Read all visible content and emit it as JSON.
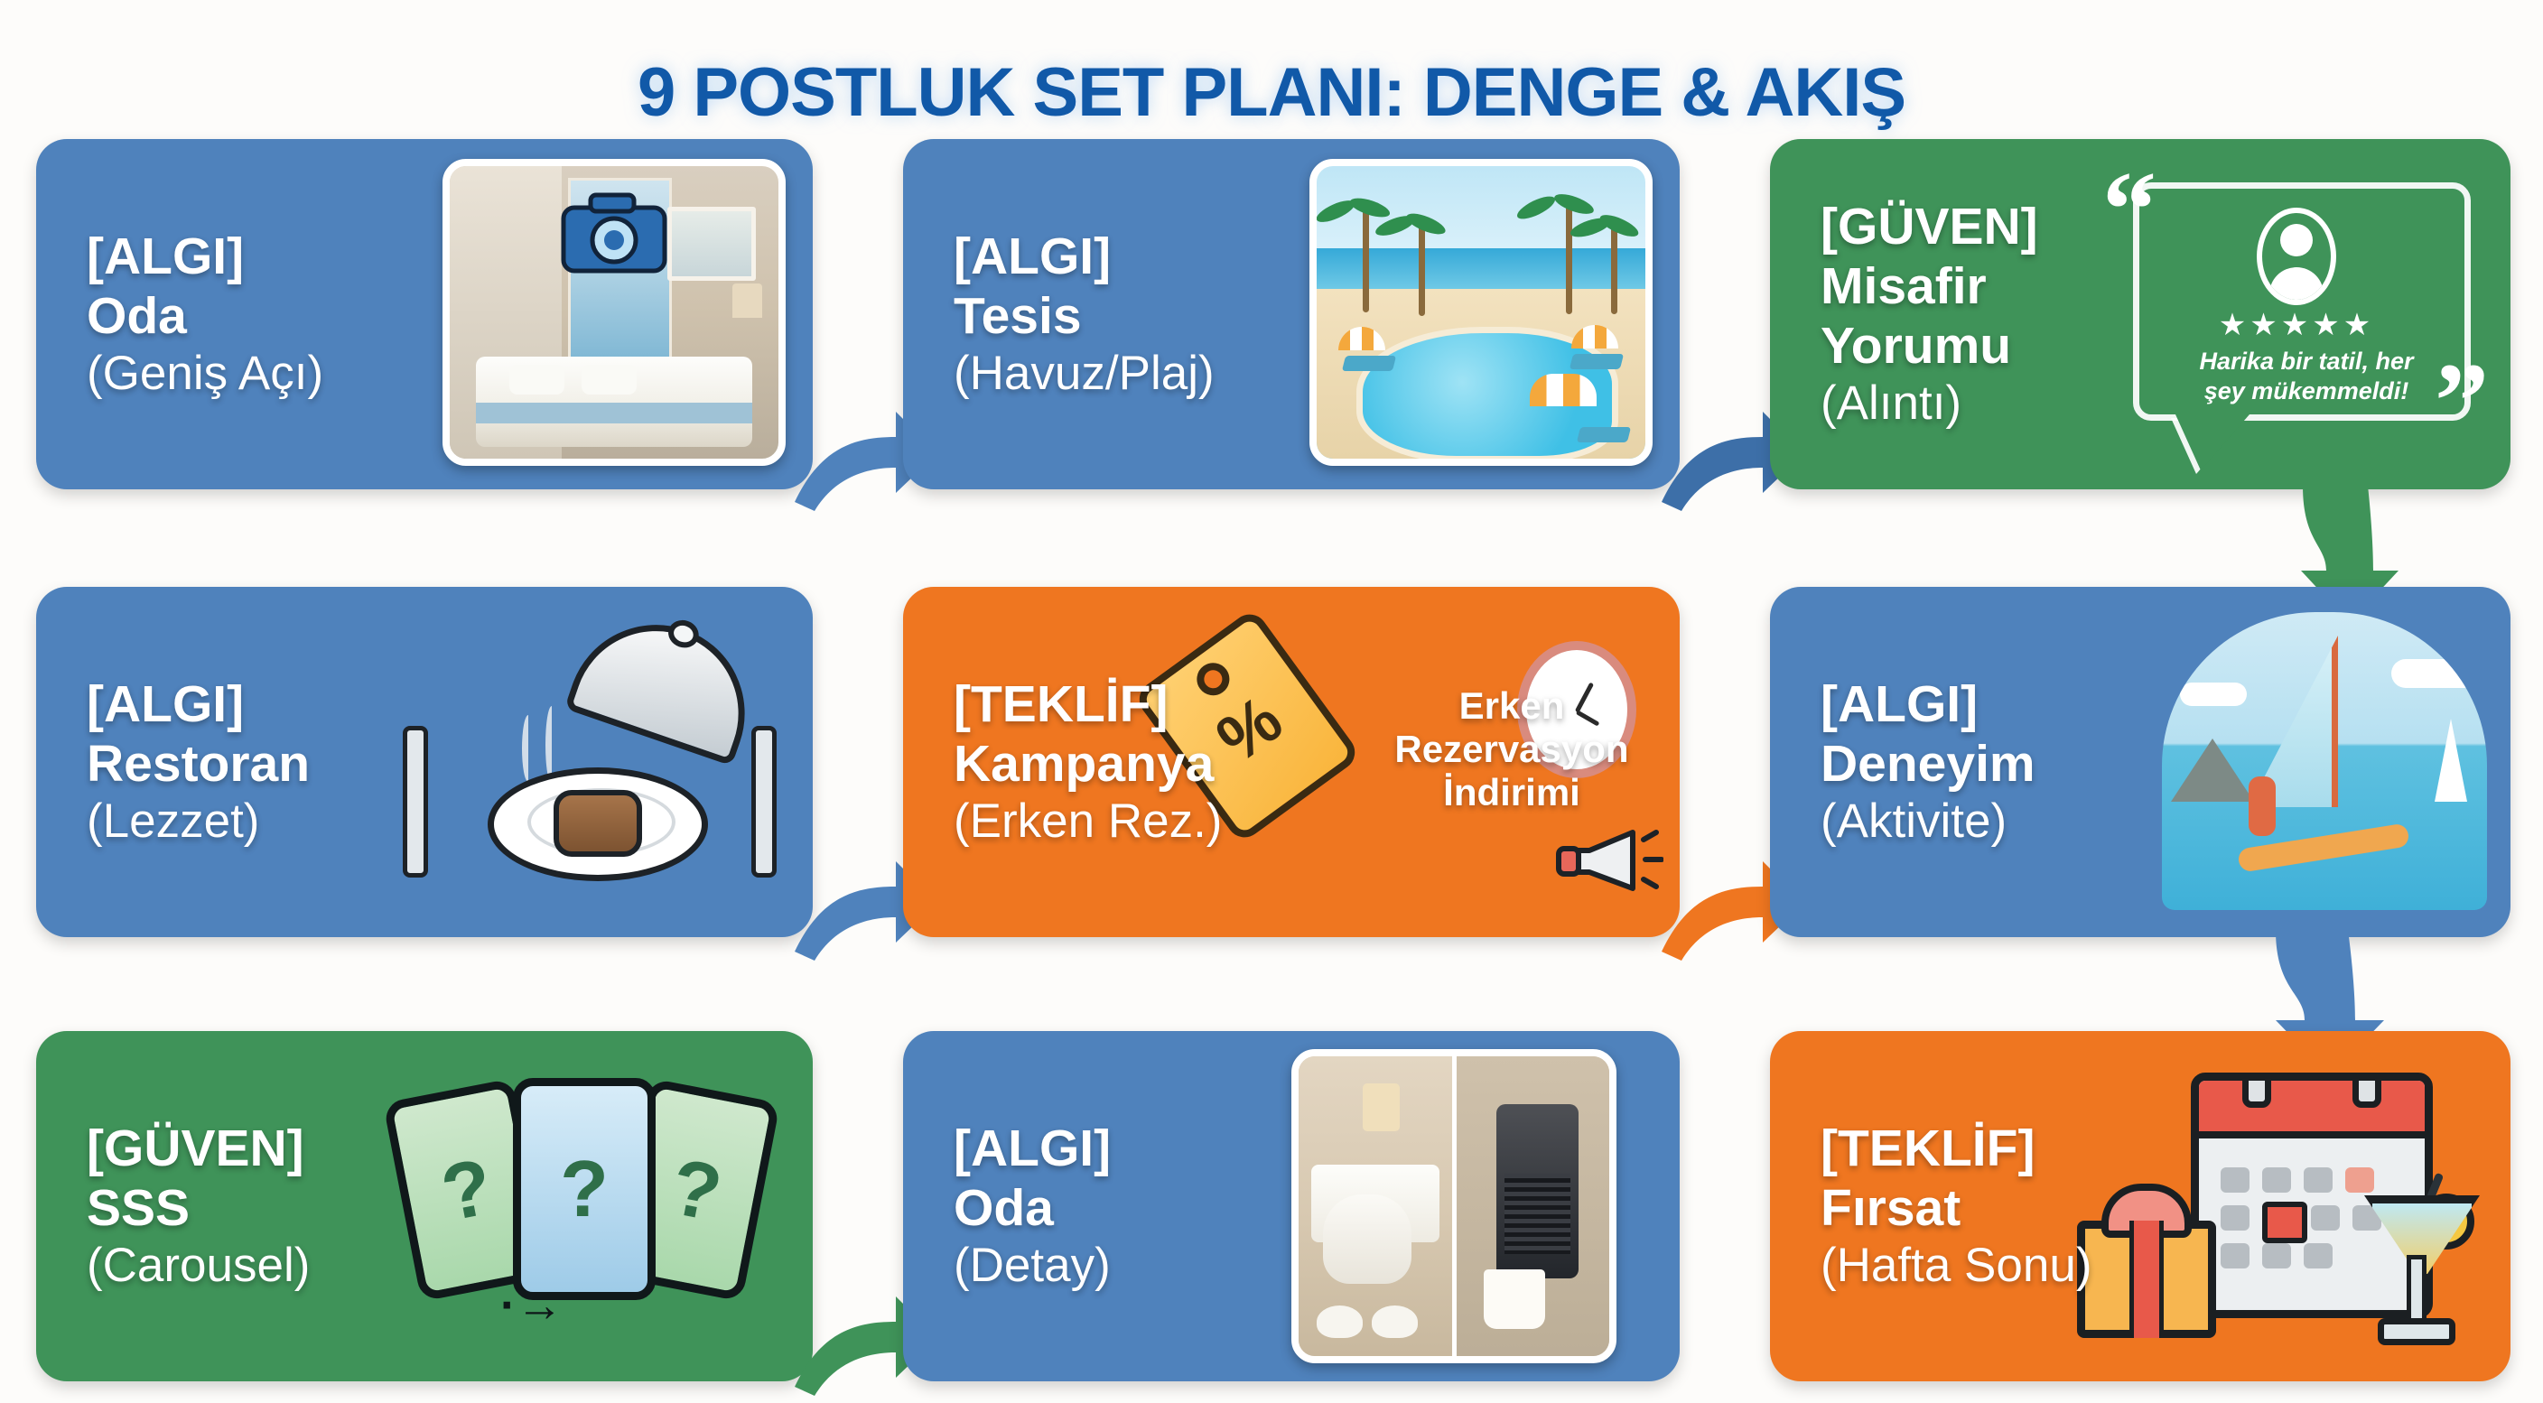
{
  "page": {
    "title": "9 POSTLUK SET PLANI: DENGE & AKIŞ",
    "title_color": "#1159a8",
    "background": "#fdfcfa"
  },
  "legend_colors": {
    "algi_blue": "#4f82bc",
    "guven_green": "#3f9359",
    "teklif_orange": "#ef7620"
  },
  "cards": [
    {
      "n": 1,
      "tag": "[ALGI]",
      "main": "Oda",
      "sub": "(Geniş Açı)",
      "color": "#4f82bc",
      "category": "algi",
      "visual": "hotel-room-wide-photo"
    },
    {
      "n": 2,
      "tag": "[ALGI]",
      "main": "Tesis",
      "sub": "(Havuz/Plaj)",
      "color": "#4f82bc",
      "category": "algi",
      "visual": "pool-beach-photo"
    },
    {
      "n": 3,
      "tag": "[GÜVEN]",
      "main": "Misafir Yorumu",
      "main_line1": "Misafir",
      "main_line2": "Yorumu",
      "sub": "(Alıntı)",
      "color": "#3f9359",
      "category": "guven",
      "visual": "review-quote-bubble"
    },
    {
      "n": 4,
      "tag": "[ALGI]",
      "main": "Restoran",
      "sub": "(Lezzet)",
      "color": "#4f82bc",
      "category": "algi",
      "visual": "gourmet-dish-icon"
    },
    {
      "n": 5,
      "tag": "[TEKLİF]",
      "main": "Kampanya",
      "sub": "(Erken Rez.)",
      "color": "#ef7620",
      "category": "teklif",
      "visual": "discount-tag-clock-megaphone"
    },
    {
      "n": 6,
      "tag": "[ALGI]",
      "main": "Deneyim",
      "sub": "(Aktivite)",
      "color": "#4f82bc",
      "category": "algi",
      "visual": "windsurfing-illustration"
    },
    {
      "n": 7,
      "tag": "[GÜVEN]",
      "main": "SSS",
      "sub": "(Carousel)",
      "color": "#3f9359",
      "category": "guven",
      "visual": "faq-question-cards"
    },
    {
      "n": 8,
      "tag": "[ALGI]",
      "main": "Oda",
      "sub": "(Detay)",
      "color": "#4f82bc",
      "category": "algi",
      "visual": "room-detail-split-photo"
    },
    {
      "n": 9,
      "tag": "[TEKLİF]",
      "main": "Fırsat",
      "sub": "(Hafta Sonu)",
      "color": "#ef7620",
      "category": "teklif",
      "visual": "calendar-gift-cocktail"
    }
  ],
  "review": {
    "quote_open": "“",
    "quote_close": "”",
    "stars": "★★★★★",
    "star_count": 5,
    "text_line1": "Harika bir tatil, her",
    "text_line2": "şey mükemmeldi!"
  },
  "campaign": {
    "line1": "Erken",
    "line2": "Rezervasyon",
    "line3": "İndirimi",
    "percent_symbol": "%"
  },
  "faq": {
    "question_mark": "?",
    "swipe_arrow": "·→"
  },
  "arrows": [
    {
      "id": "a1",
      "from": 1,
      "to": 2,
      "dir": "right",
      "color": "#4f82bc"
    },
    {
      "id": "a2",
      "from": 2,
      "to": 3,
      "dir": "right",
      "color": "#3d6fa8"
    },
    {
      "id": "a3",
      "from": 3,
      "to": 6,
      "dir": "down",
      "color": "#3f9359"
    },
    {
      "id": "a4",
      "from": 4,
      "to": 5,
      "dir": "right",
      "color": "#4f82bc"
    },
    {
      "id": "a5",
      "from": 5,
      "to": 6,
      "dir": "right",
      "color": "#ef7620"
    },
    {
      "id": "a6",
      "from": 6,
      "to": 9,
      "dir": "down",
      "color": "#4f82bc"
    },
    {
      "id": "a7",
      "from": 7,
      "to": 8,
      "dir": "right",
      "color": "#3f9359"
    }
  ]
}
